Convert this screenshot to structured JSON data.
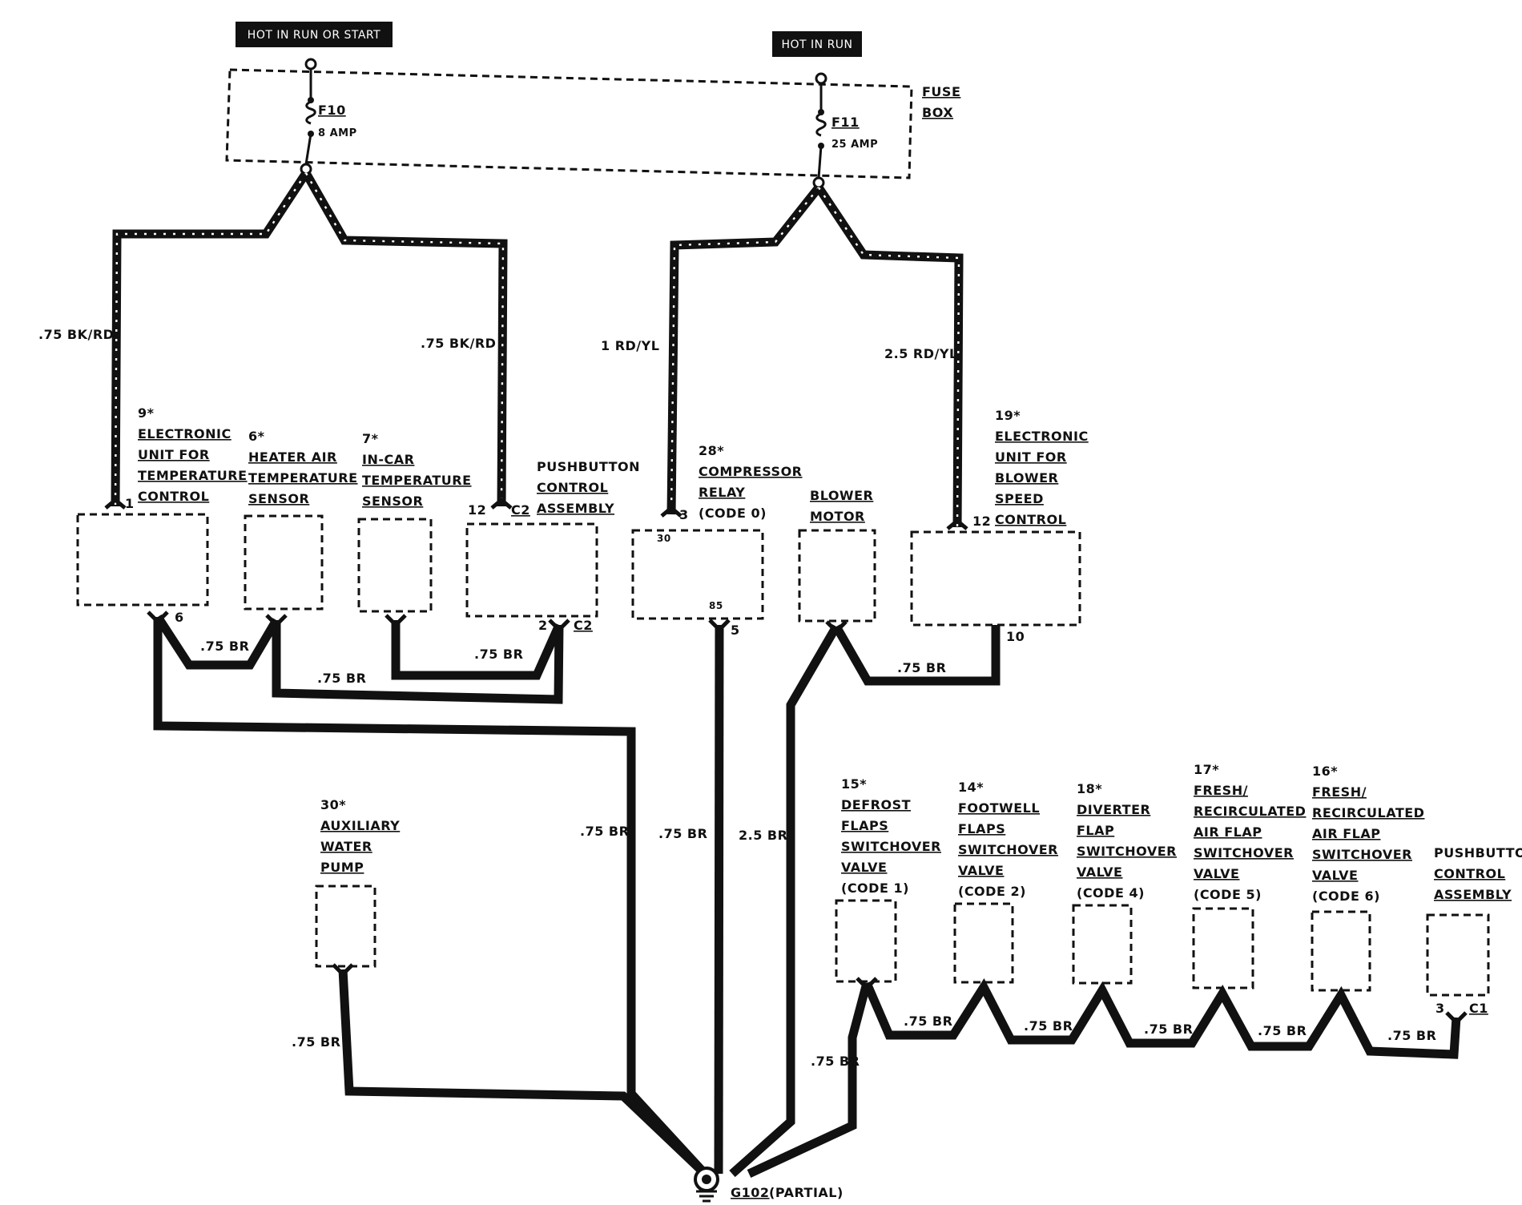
{
  "power_tags": {
    "hot_run_start": "HOT IN RUN OR START",
    "hot_run": "HOT IN RUN"
  },
  "fuse_box": {
    "line1": "FUSE",
    "line2": "BOX",
    "f10_name": "F10",
    "f10_rating": "8 AMP",
    "f11_name": "F11",
    "f11_rating": "25 AMP"
  },
  "wires": {
    "bkrd_left": ".75 BK/RD",
    "bkrd_right": ".75 BK/RD",
    "rdyl_1": "1 RD/YL",
    "rdyl_25": "2.5 RD/YL",
    "br_1": ".75 BR",
    "br_2": ".75 BR",
    "br_3": ".75 BR",
    "br_4": ".75 BR",
    "br_5": ".75 BR",
    "br_6": ".75 BR",
    "br_7": ".75 BR",
    "br_8": ".75 BR",
    "br_9": ".75 BR",
    "br_10": ".75 BR",
    "br_11": ".75 BR",
    "br_12": ".75 BR",
    "br_13": ".75 BR",
    "br_25": "2.5 BR"
  },
  "components": {
    "ecu_temp": {
      "ref": "9*",
      "lines": [
        "ELECTRONIC",
        "UNIT FOR",
        "TEMPERATURE",
        "CONTROL"
      ],
      "pin_top": "1",
      "pin_bottom": "6"
    },
    "heater_sensor": {
      "ref": "6*",
      "lines": [
        "HEATER AIR",
        "TEMPERATURE",
        "SENSOR"
      ]
    },
    "incar_sensor": {
      "ref": "7*",
      "lines": [
        "IN-CAR",
        "TEMPERATURE",
        "SENSOR"
      ]
    },
    "pushbutton_top": {
      "lines": [
        "PUSHBUTTON",
        "CONTROL",
        "ASSEMBLY"
      ],
      "pin_top": "12",
      "conn_top": "C2",
      "pin_bottom": "2",
      "conn_bottom": "C2"
    },
    "compressor_relay": {
      "ref": "28*",
      "lines": [
        "COMPRESSOR",
        "RELAY"
      ],
      "code": "(CODE 0)",
      "pin_top": "3",
      "pin_in": "30",
      "pin_out": "85",
      "pin_bottom": "5"
    },
    "blower_motor": {
      "lines": [
        "BLOWER",
        "MOTOR"
      ]
    },
    "ecu_blower": {
      "ref": "19*",
      "lines": [
        "ELECTRONIC",
        "UNIT FOR",
        "BLOWER",
        "SPEED",
        "CONTROL"
      ],
      "pin_top": "12",
      "pin_bottom": "10"
    },
    "aux_pump": {
      "ref": "30*",
      "lines": [
        "AUXILIARY",
        "WATER",
        "PUMP"
      ]
    },
    "defrost": {
      "ref": "15*",
      "lines": [
        "DEFROST",
        "FLAPS",
        "SWITCHOVER",
        "VALVE"
      ],
      "code": "(CODE 1)"
    },
    "footwell": {
      "ref": "14*",
      "lines": [
        "FOOTWELL",
        "FLAPS",
        "SWITCHOVER",
        "VALVE"
      ],
      "code": "(CODE 2)"
    },
    "diverter": {
      "ref": "18*",
      "lines": [
        "DIVERTER",
        "FLAP",
        "SWITCHOVER",
        "VALVE"
      ],
      "code": "(CODE 4)"
    },
    "fresh5": {
      "ref": "17*",
      "lines": [
        "FRESH/",
        "RECIRCULATED",
        "AIR FLAP",
        "SWITCHOVER",
        "VALVE"
      ],
      "code": "(CODE 5)"
    },
    "fresh6": {
      "ref": "16*",
      "lines": [
        "FRESH/",
        "RECIRCULATED",
        "AIR FLAP",
        "SWITCHOVER",
        "VALVE"
      ],
      "code": "(CODE 6)"
    },
    "pushbutton_bottom": {
      "lines": [
        "PUSHBUTTON",
        "CONTROL",
        "ASSEMBLY"
      ],
      "pin_bottom": "3",
      "conn_bottom": "C1"
    }
  },
  "ground": {
    "name": "G102",
    "note": "(PARTIAL)"
  }
}
